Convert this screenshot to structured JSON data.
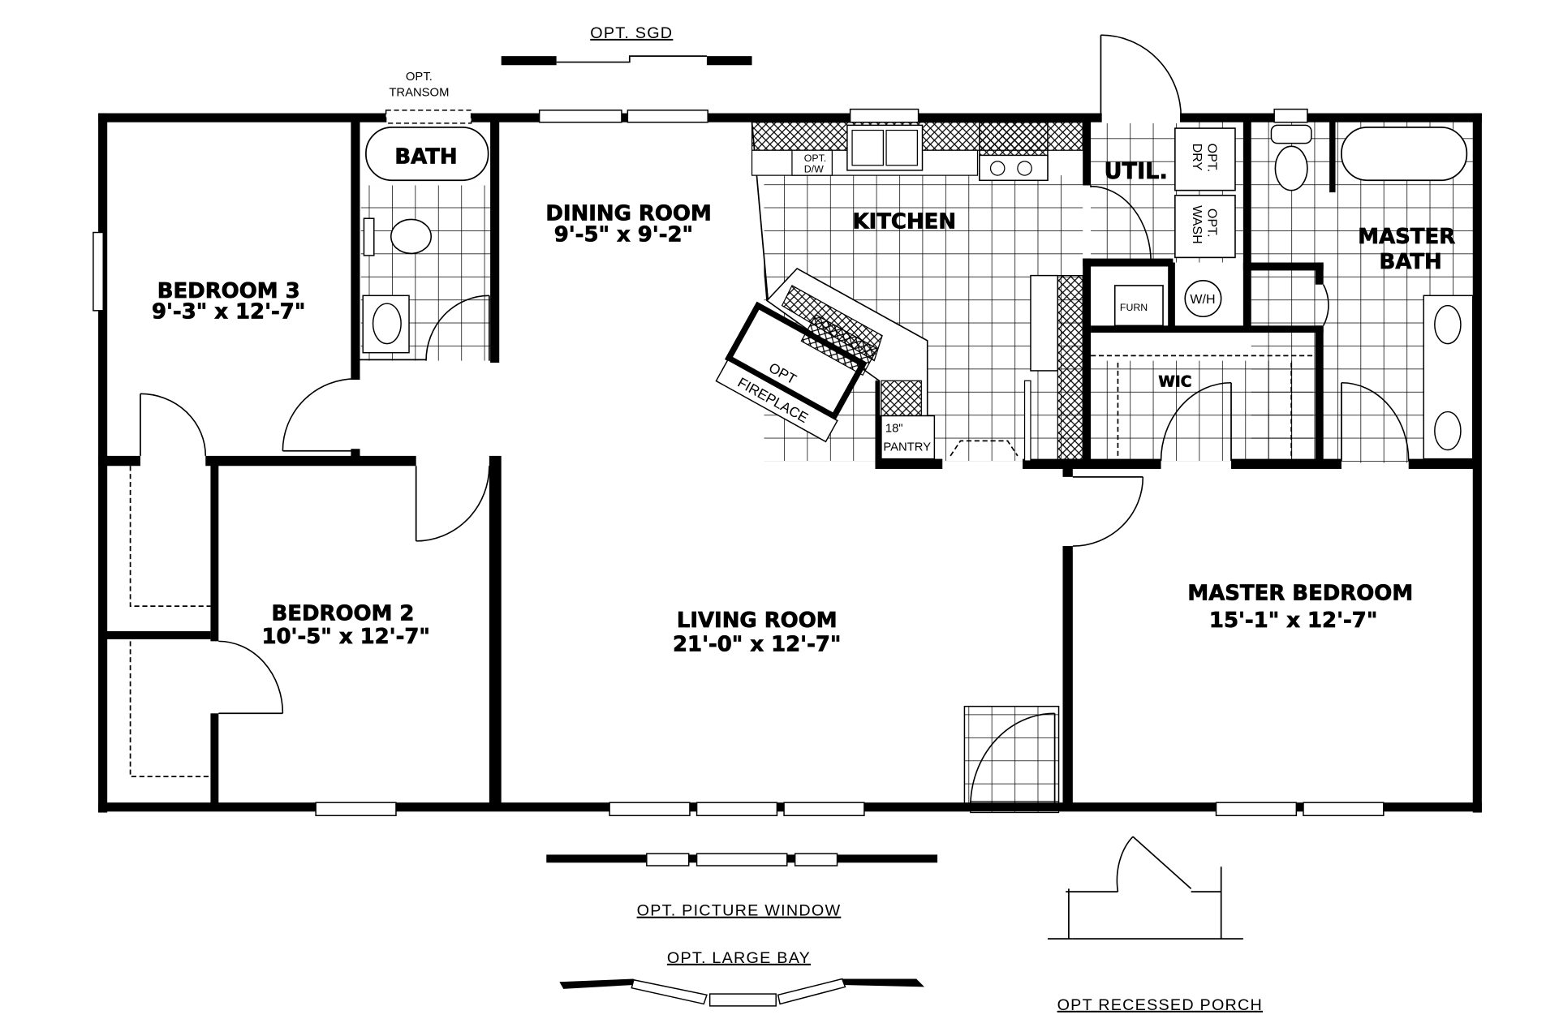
{
  "rooms": {
    "bedroom3": {
      "name": "BEDROOM 3",
      "dims": "9'-3\" x 12'-7\""
    },
    "bath": {
      "name": "BATH"
    },
    "dining": {
      "name": "DINING ROOM",
      "dims": "9'-5\" x 9'-2\""
    },
    "kitchen": {
      "name": "KITCHEN"
    },
    "util": {
      "name": "UTIL."
    },
    "master_bath": {
      "name_line1": "MASTER",
      "name_line2": "BATH"
    },
    "bedroom2": {
      "name": "BEDROOM 2",
      "dims": "10'-5\" x 12'-7\""
    },
    "living": {
      "name": "LIVING ROOM",
      "dims": "21'-0\" x 12'-7\""
    },
    "master_bedroom": {
      "name": "MASTER BEDROOM",
      "dims": "15'-1\" x 12'-7\""
    },
    "wic": {
      "name": "WIC"
    }
  },
  "fixtures": {
    "dishwasher_line1": "OPT.",
    "dishwasher_line2": "D/W",
    "dryer_line1": "OPT.",
    "dryer_line2": "DRY",
    "washer_line1": "OPT.",
    "washer_line2": "WASH",
    "furnace": "FURN",
    "water_heater": "W/H",
    "pantry_size": "18\"",
    "pantry": "PANTRY",
    "fireplace_line1": "OPT",
    "fireplace_line2": "FIREPLACE"
  },
  "options": {
    "transom_line1": "OPT.",
    "transom_line2": "TRANSOM",
    "sgd": "OPT. SGD",
    "picture_window": "OPT. PICTURE WINDOW",
    "large_bay": "OPT. LARGE BAY",
    "recessed_porch": "OPT RECESSED PORCH"
  }
}
